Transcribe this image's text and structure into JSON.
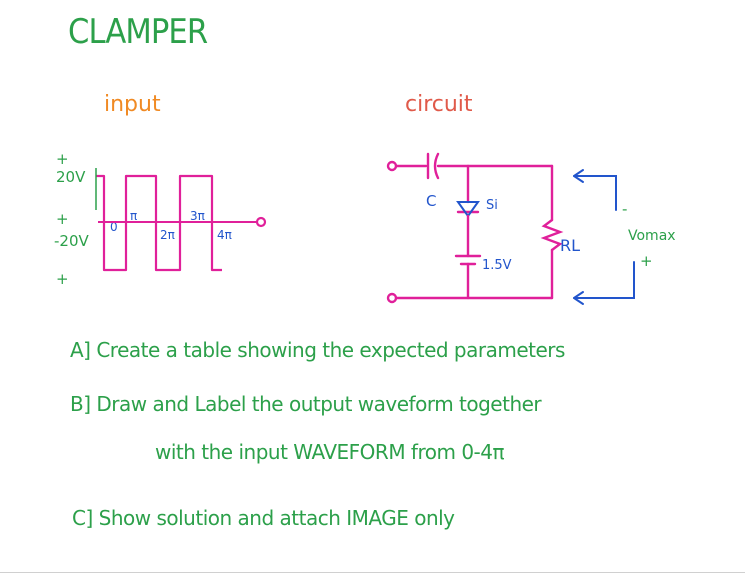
{
  "title": "CLAMPER",
  "input_heading": "input",
  "circuit_heading": "circuit",
  "input_axis": {
    "labels": [
      "+",
      "20V",
      "+",
      "-20V",
      "+"
    ],
    "phase_labels": [
      "0",
      "π",
      "2π",
      "3π",
      "4π"
    ]
  },
  "circuit_labels": {
    "capacitor": "C",
    "diode": "Si",
    "resistor": "RL",
    "battery": "1.5V",
    "vout": "Vomax",
    "minus": "-",
    "plus": "+"
  },
  "tasks": [
    {
      "marker": "A]",
      "text": "Create a table showing the expected parameters"
    },
    {
      "marker": "B]",
      "text": "Draw and Label the output waveform together"
    },
    {
      "marker": "",
      "text": "with the input WAVEFORM from 0-4π"
    },
    {
      "marker": "C]",
      "text": "Show solution and attach IMAGE only"
    }
  ],
  "colors": {
    "title": "#2ca04a",
    "input_heading": "#f08a24",
    "circuit_heading": "#e05a4a",
    "wire": "#e0209a",
    "annotation": "#2255cc",
    "text": "#2ca04a"
  }
}
